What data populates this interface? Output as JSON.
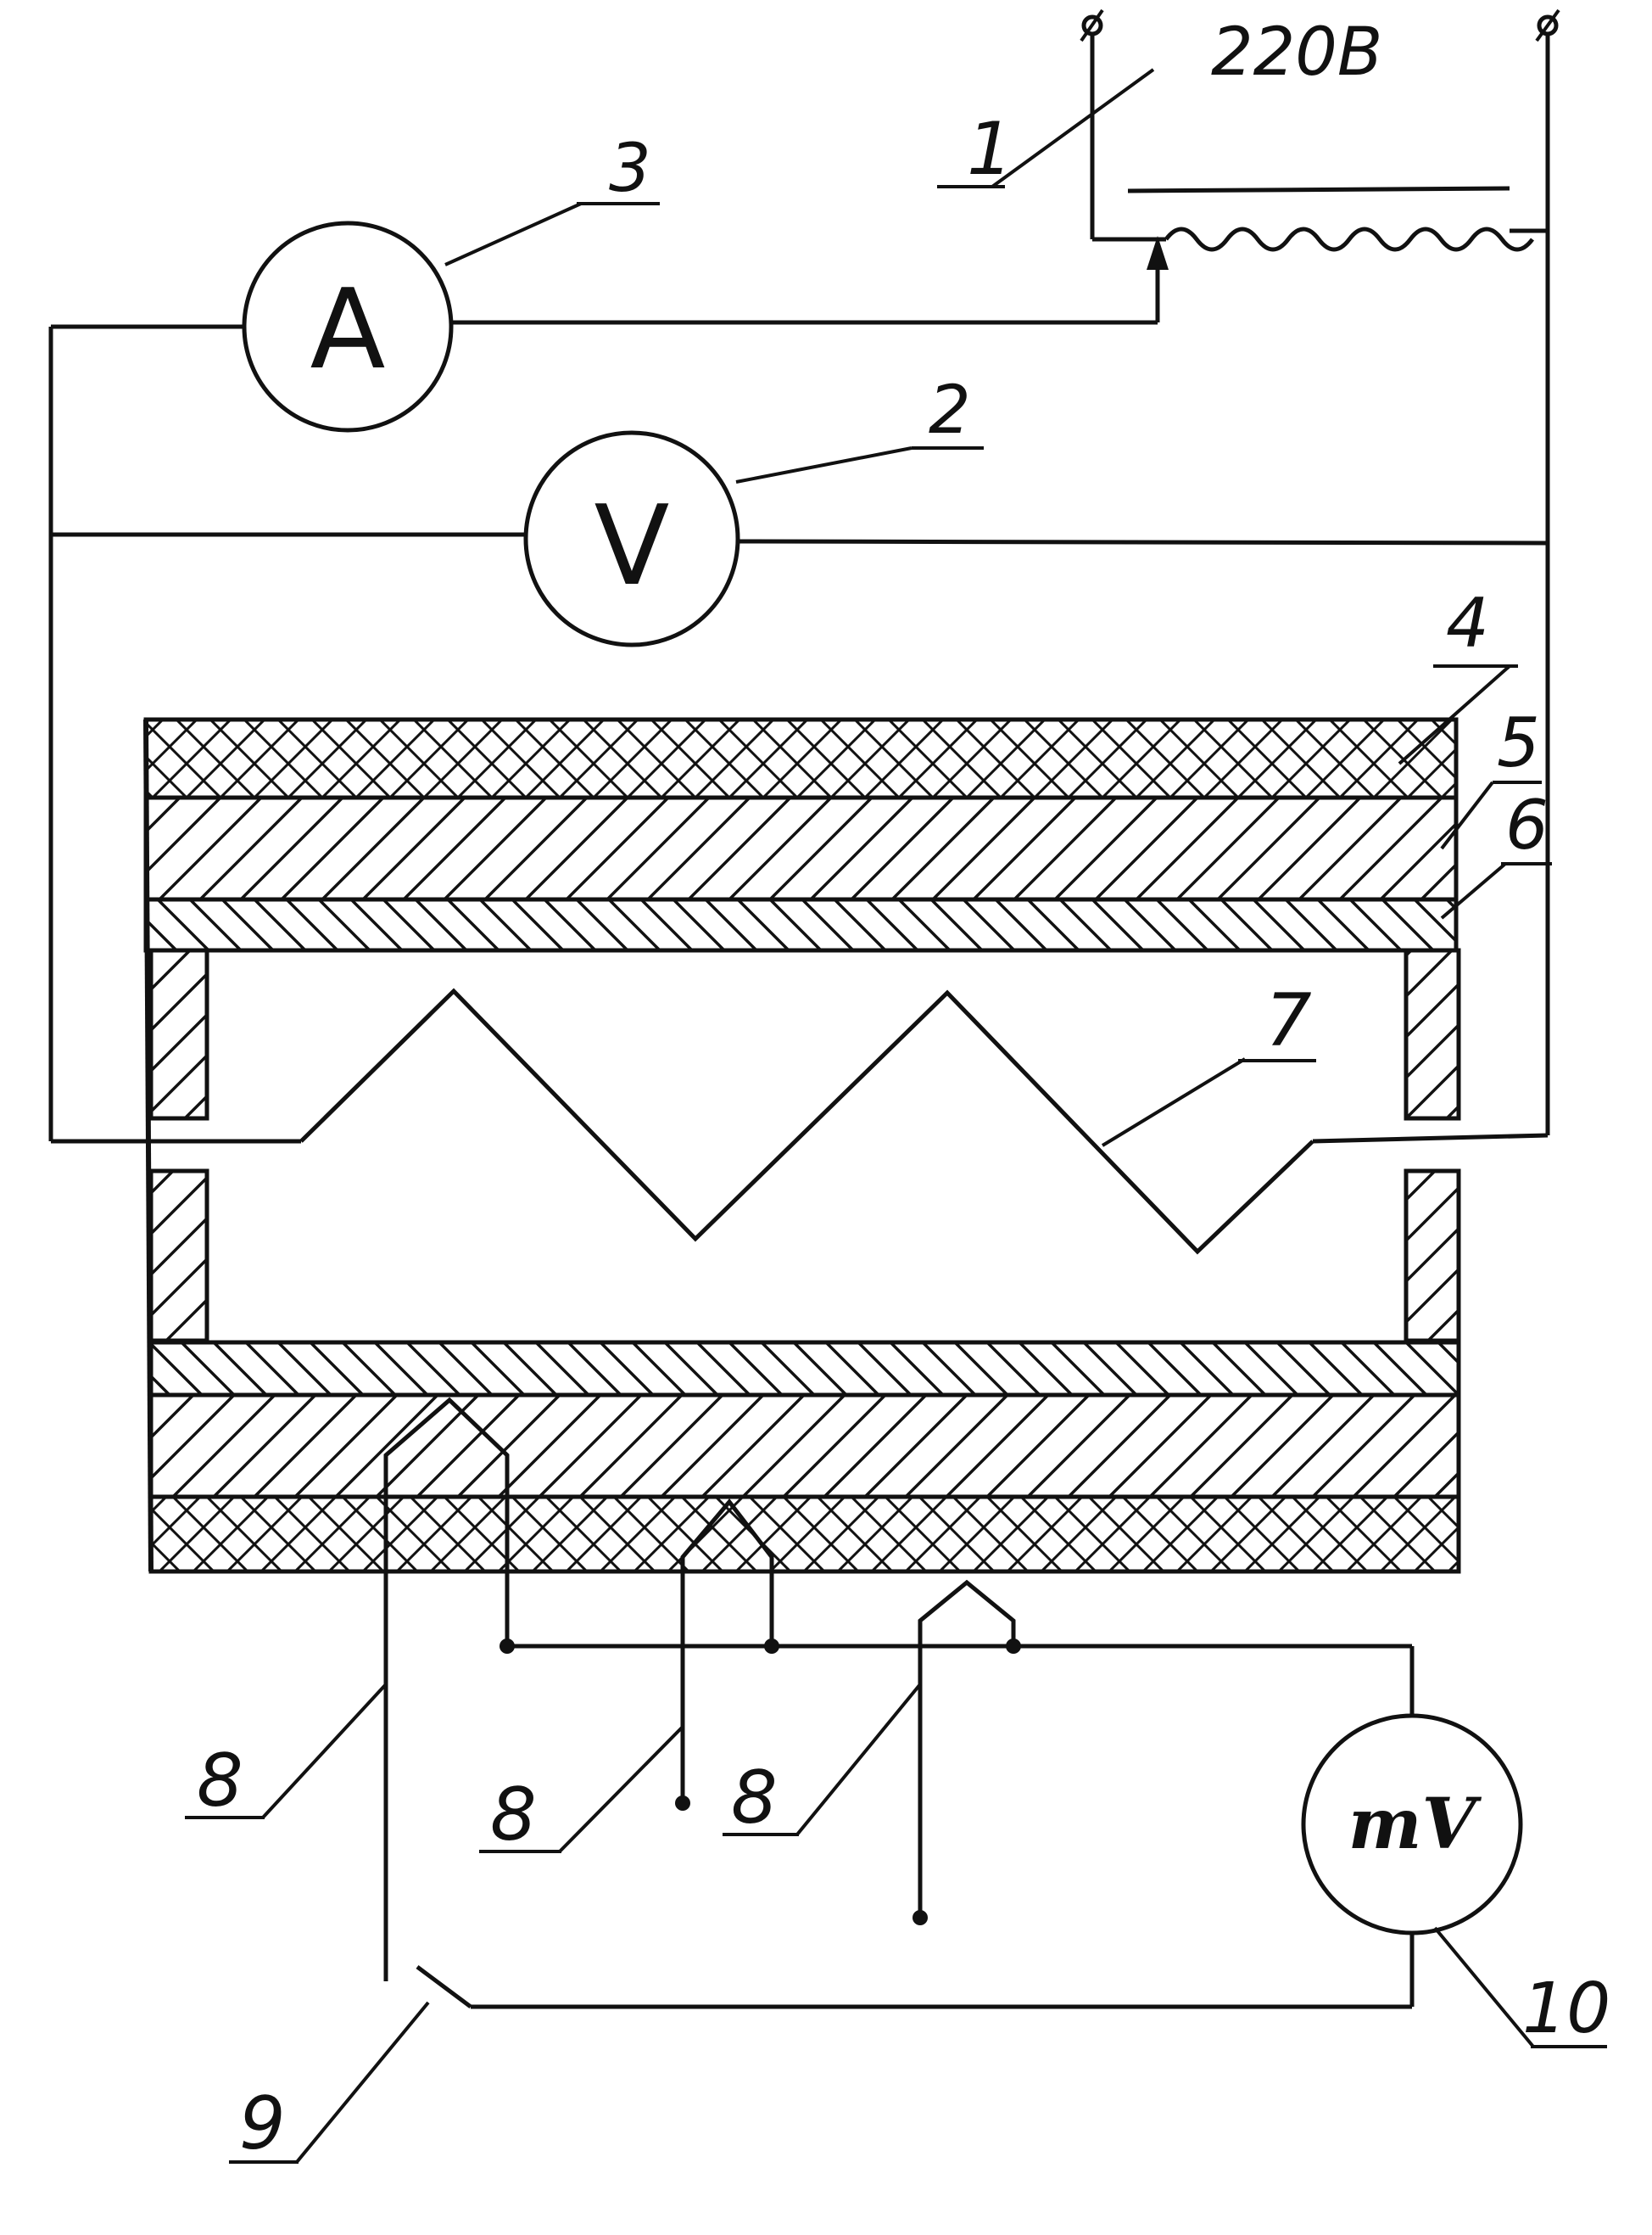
{
  "supply": {
    "voltage_label": "220В"
  },
  "meters": {
    "ammeter": {
      "symbol": "A",
      "callout": "3"
    },
    "voltmeter": {
      "symbol": "V",
      "callout": "2"
    },
    "millivoltmeter": {
      "symbol": "mV",
      "callout": "10"
    }
  },
  "callouts": {
    "rheostat": "1",
    "layer_outer": "4",
    "layer_middle": "5",
    "layer_inner": "6",
    "heater": "7",
    "thermocouple_1": "8",
    "thermocouple_2": "8",
    "thermocouple_3": "8",
    "switch": "9"
  },
  "colors": {
    "ink": "#111111",
    "paper": "#ffffff"
  }
}
